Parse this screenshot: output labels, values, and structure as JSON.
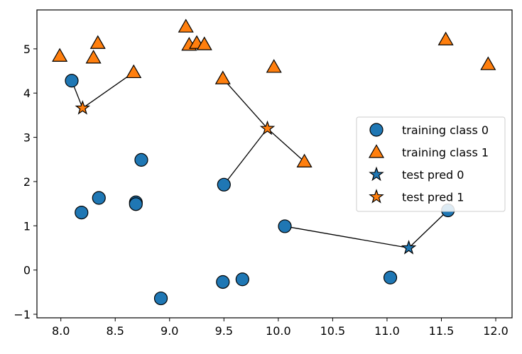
{
  "chart_data": {
    "type": "scatter",
    "title": "",
    "xlabel": "",
    "ylabel": "",
    "xlim": [
      7.78,
      12.15
    ],
    "ylim": [
      -1.08,
      5.88
    ],
    "xticks": [
      8.0,
      8.5,
      9.0,
      9.5,
      10.0,
      10.5,
      11.0,
      11.5,
      12.0
    ],
    "xtick_labels": [
      "8.0",
      "8.5",
      "9.0",
      "9.5",
      "10.0",
      "10.5",
      "11.0",
      "11.5",
      "12.0"
    ],
    "yticks": [
      -1,
      0,
      1,
      2,
      3,
      4,
      5
    ],
    "ytick_labels": [
      "−1",
      "0",
      "1",
      "2",
      "3",
      "4",
      "5"
    ],
    "grid": false,
    "legend_position": "center-right",
    "series": [
      {
        "name": "training class 0",
        "marker": "circle",
        "color": "#1f77b4",
        "points": [
          [
            8.1,
            4.28
          ],
          [
            8.19,
            1.3
          ],
          [
            8.35,
            1.63
          ],
          [
            8.69,
            1.53
          ],
          [
            8.69,
            1.49
          ],
          [
            8.74,
            2.49
          ],
          [
            8.92,
            -0.64
          ],
          [
            9.49,
            -0.27
          ],
          [
            9.5,
            1.93
          ],
          [
            9.67,
            -0.21
          ],
          [
            10.06,
            0.99
          ],
          [
            11.03,
            -0.17
          ],
          [
            11.56,
            1.35
          ]
        ]
      },
      {
        "name": "training class 1",
        "marker": "triangle",
        "color": "#ff7f0e",
        "points": [
          [
            7.99,
            4.84
          ],
          [
            8.3,
            4.8
          ],
          [
            8.34,
            5.13
          ],
          [
            8.67,
            4.47
          ],
          [
            9.15,
            5.5
          ],
          [
            9.18,
            5.09
          ],
          [
            9.25,
            5.13
          ],
          [
            9.32,
            5.1
          ],
          [
            9.49,
            4.33
          ],
          [
            9.96,
            4.59
          ],
          [
            10.24,
            2.45
          ],
          [
            11.54,
            5.21
          ],
          [
            11.93,
            4.65
          ]
        ]
      },
      {
        "name": "test pred 0",
        "marker": "star",
        "color": "#1f77b4",
        "points": [
          [
            11.2,
            0.5
          ]
        ]
      },
      {
        "name": "test pred 1",
        "marker": "star",
        "color": "#ff7f0e",
        "points": [
          [
            8.2,
            3.66
          ],
          [
            9.9,
            3.2
          ]
        ]
      }
    ],
    "neighbor_lines": [
      {
        "from": [
          8.2,
          3.66
        ],
        "to": [
          8.1,
          4.28
        ]
      },
      {
        "from": [
          8.2,
          3.66
        ],
        "to": [
          8.67,
          4.47
        ]
      },
      {
        "from": [
          9.9,
          3.2
        ],
        "to": [
          9.49,
          4.33
        ]
      },
      {
        "from": [
          9.9,
          3.2
        ],
        "to": [
          9.5,
          1.93
        ]
      },
      {
        "from": [
          9.9,
          3.2
        ],
        "to": [
          10.24,
          2.45
        ]
      },
      {
        "from": [
          11.2,
          0.5
        ],
        "to": [
          10.06,
          0.99
        ]
      },
      {
        "from": [
          11.2,
          0.5
        ],
        "to": [
          11.56,
          1.35
        ]
      }
    ]
  }
}
